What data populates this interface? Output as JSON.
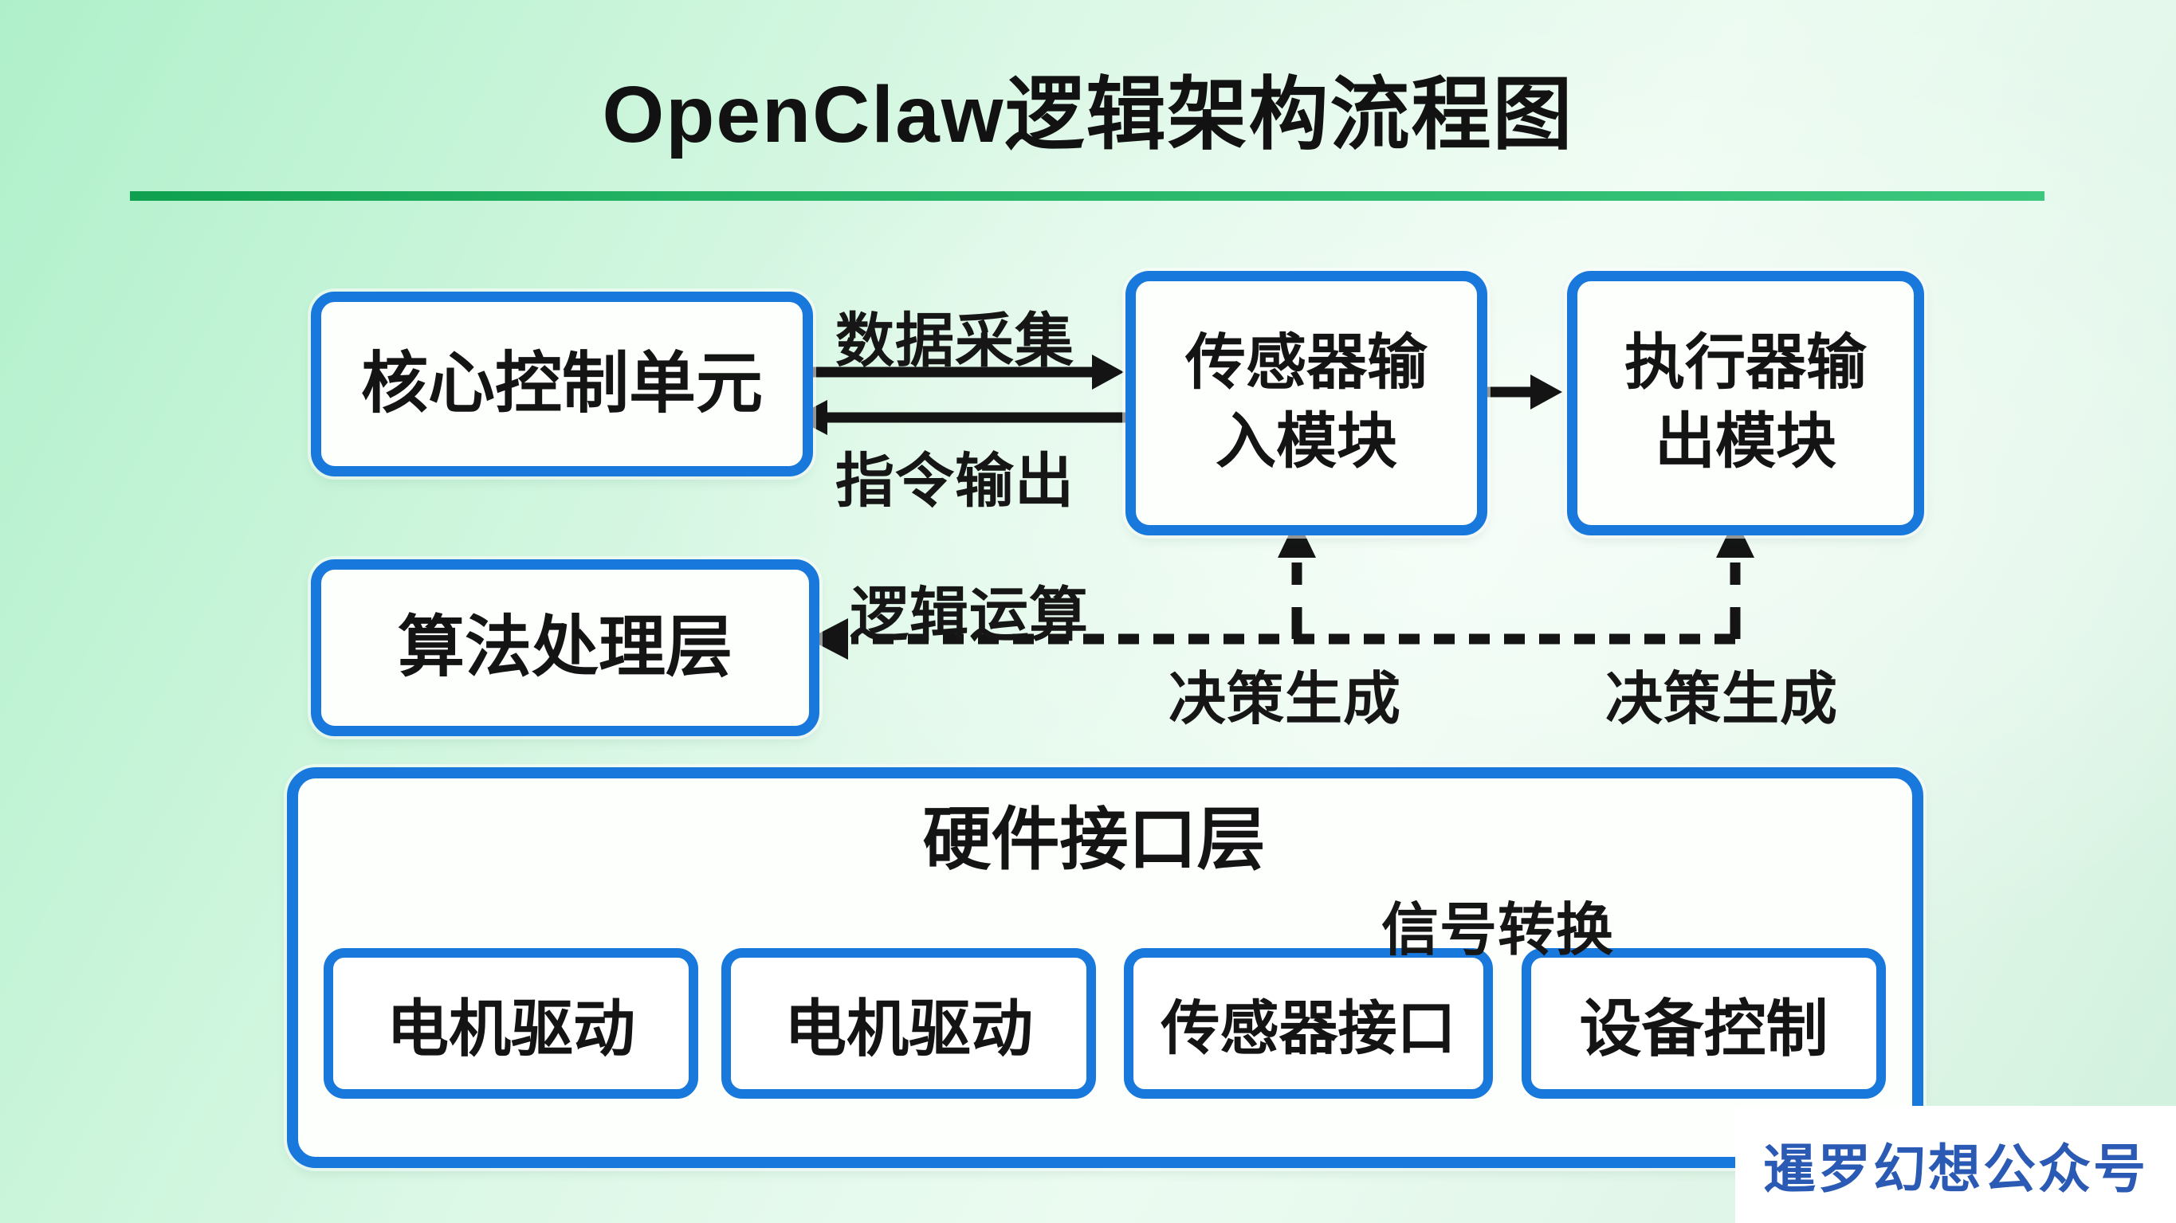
{
  "title": "OpenClaw逻辑架构流程图",
  "nodes": {
    "core": {
      "label": "核心控制单元"
    },
    "sensor": {
      "label": "传感器输\n入模块"
    },
    "actuator": {
      "label": "执行器输\n出模块"
    },
    "algo": {
      "label": "算法处理层"
    },
    "hardware": {
      "label": "硬件接口层"
    },
    "motor1": {
      "label": "电机驱动"
    },
    "motor2": {
      "label": "电机驱动"
    },
    "sensor_if": {
      "label": "传感器接口"
    },
    "device": {
      "label": "设备控制"
    }
  },
  "edge_labels": {
    "data_collection": "数据采集",
    "command_output": "指令输出",
    "logic_operation": "逻辑运算",
    "decision_1": "决策生成",
    "decision_2": "决策生成",
    "signal_conversion": "信号转换"
  },
  "watermark": "暹罗幻想公众号",
  "colors": {
    "node_border_blue": "#1878dc",
    "arrow_black": "#141414",
    "title_rule_green": "#24b365",
    "watermark_blue": "#2b5ab4",
    "background_mint": "#cdf2dc",
    "node_fill": "#fdfffd"
  }
}
